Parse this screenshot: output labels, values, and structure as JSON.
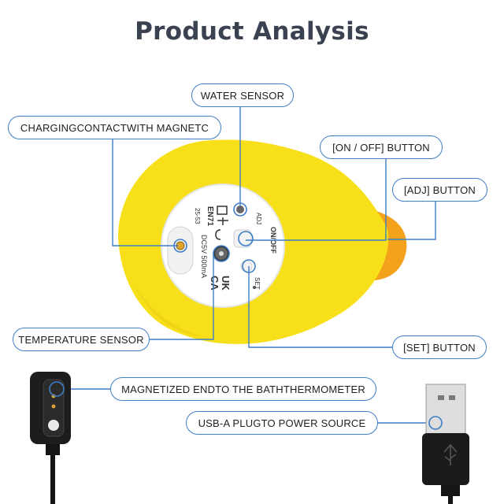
{
  "title": "Product Analysis",
  "labels": {
    "water_sensor": "WATER SENSOR",
    "charging_contact": "CHARGINGCONTACTWITH MAGNETC",
    "on_off_button": "[ON / OFF] BUTTON",
    "adj_button": "[ADJ] BUTTON",
    "temperature_sensor": "TEMPERATURE SENSOR",
    "set_button": "[SET] BUTTON",
    "magnetized_end": "MAGNETIZED ENDTO THE BATHTHERMOMETER",
    "usb_plug": "USB-A PLUGTO POWER SOURCE"
  },
  "device_markings": {
    "model": "EN71",
    "code": "25-53",
    "rating": "DC5V 500mA",
    "ukca_top": "UK",
    "ukca_bottom": "CA",
    "adj": "ADJ",
    "on_off": "ON/OFF",
    "set": "SET"
  },
  "colors": {
    "accent": "#3f7ec6",
    "duck_yellow": "#f7e01a",
    "beak_orange": "#f4a11c",
    "title": "#3a4150"
  }
}
